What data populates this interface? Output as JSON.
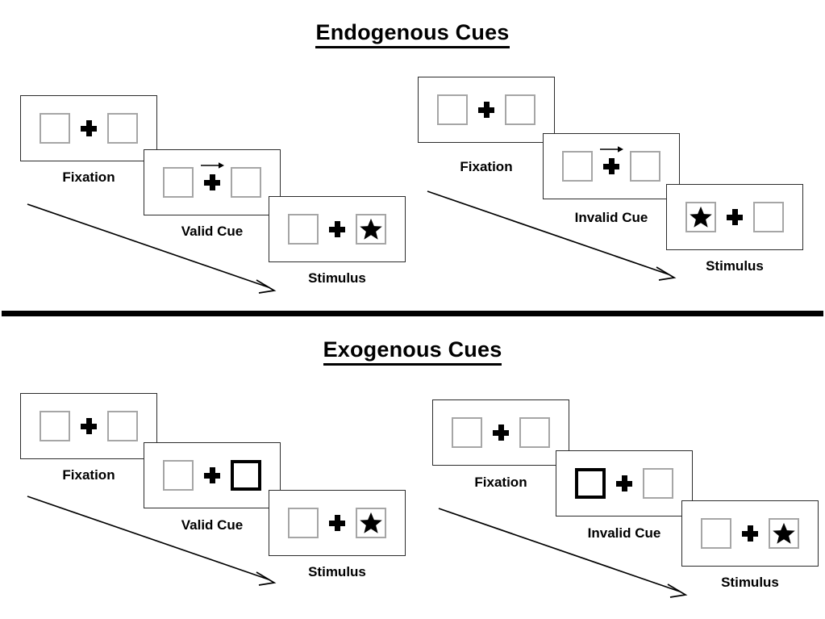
{
  "sections": [
    {
      "id": "endogenous",
      "title": "Endogenous Cues",
      "groups": [
        {
          "id": "endogenous-valid",
          "cue_type": "arrow",
          "panels": [
            {
              "caption": "Fixation",
              "left_box": "empty",
              "right_box": "empty",
              "cue": "none"
            },
            {
              "caption": "Valid Cue",
              "left_box": "empty",
              "right_box": "empty",
              "cue": "arrow-right"
            },
            {
              "caption": "Stimulus",
              "left_box": "empty",
              "right_box": "star",
              "cue": "none"
            }
          ],
          "time_arrow_label": "time-progression-arrow"
        },
        {
          "id": "endogenous-invalid",
          "cue_type": "arrow",
          "panels": [
            {
              "caption": "Fixation",
              "left_box": "empty",
              "right_box": "empty",
              "cue": "none"
            },
            {
              "caption": "Invalid Cue",
              "left_box": "empty",
              "right_box": "empty",
              "cue": "arrow-right"
            },
            {
              "caption": "Stimulus",
              "left_box": "star",
              "right_box": "empty",
              "cue": "none"
            }
          ],
          "time_arrow_label": "time-progression-arrow"
        }
      ]
    },
    {
      "id": "exogenous",
      "title": "Exogenous Cues",
      "groups": [
        {
          "id": "exogenous-valid",
          "cue_type": "box-flash",
          "panels": [
            {
              "caption": "Fixation",
              "left_box": "empty",
              "right_box": "empty",
              "cue": "none"
            },
            {
              "caption": "Valid Cue",
              "left_box": "empty",
              "right_box": "cued",
              "cue": "none"
            },
            {
              "caption": "Stimulus",
              "left_box": "empty",
              "right_box": "star",
              "cue": "none"
            }
          ],
          "time_arrow_label": "time-progression-arrow"
        },
        {
          "id": "exogenous-invalid",
          "cue_type": "box-flash",
          "panels": [
            {
              "caption": "Fixation",
              "left_box": "empty",
              "right_box": "empty",
              "cue": "none"
            },
            {
              "caption": "Invalid Cue",
              "left_box": "cued",
              "right_box": "empty",
              "cue": "none"
            },
            {
              "caption": "Stimulus",
              "left_box": "empty",
              "right_box": "star",
              "cue": "none"
            }
          ],
          "time_arrow_label": "time-progression-arrow"
        }
      ]
    }
  ],
  "colors": {
    "background": "#ffffff",
    "ink": "#000000",
    "panel_border": "#2b2b2b",
    "box_border": "#a6a6a6",
    "cued_box_border": "#000000",
    "divider": "#000000"
  }
}
